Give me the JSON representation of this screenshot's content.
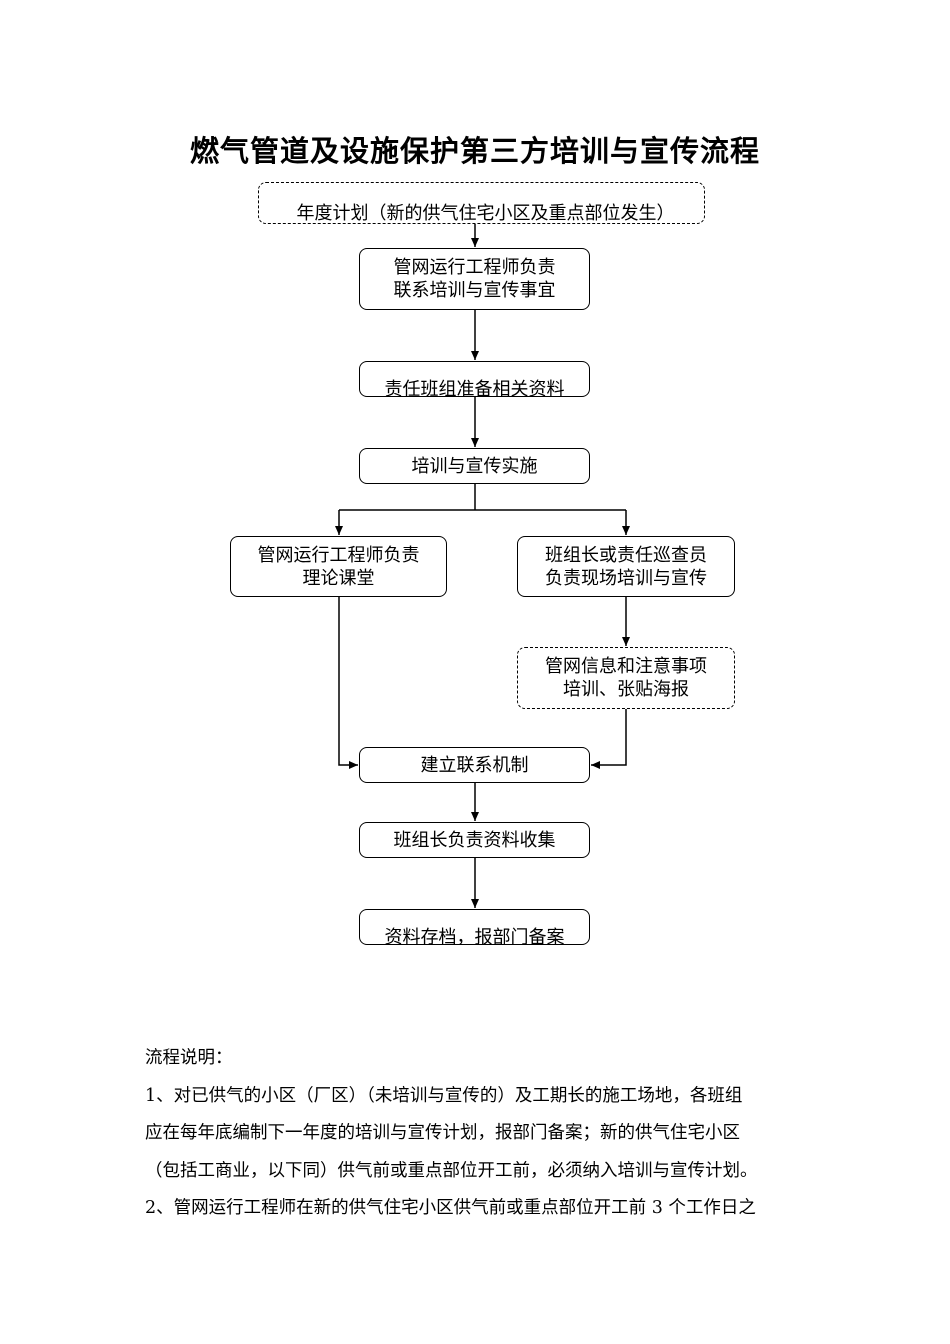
{
  "title": "燃气管道及设施保护第三方培训与宣传流程",
  "flow": {
    "annual_plan": "年度计划（新的供气住宅小区及重点部位发生）",
    "engineer_contact": "管网运行工程师负责\n联系培训与宣传事宜",
    "team_prepare": "责任班组准备相关资料",
    "implement": "培训与宣传实施",
    "engineer_class": "管网运行工程师负责\n理论课堂",
    "onsite_training": "班组长或责任巡查员\n负责现场培训与宣传",
    "pipeline_info": "管网信息和注意事项\n培训、张贴海报",
    "liaison": "建立联系机制",
    "collect": "班组长负责资料收集",
    "archive": "资料存档，报部门备案"
  },
  "notes": {
    "heading": "流程说明：",
    "line1": "1、对已供气的小区（厂区）（未培训与宣传的）及工期长的施工场地，各班组",
    "line2": "应在每年底编制下一年度的培训与宣传计划，报部门备案；新的供气住宅小区",
    "line3": "（包括工商业，以下同）供气前或重点部位开工前，必须纳入培训与宣传计划。",
    "line4": "2、管网运行工程师在新的供气住宅小区供气前或重点部位开工前 3 个工作日之"
  }
}
